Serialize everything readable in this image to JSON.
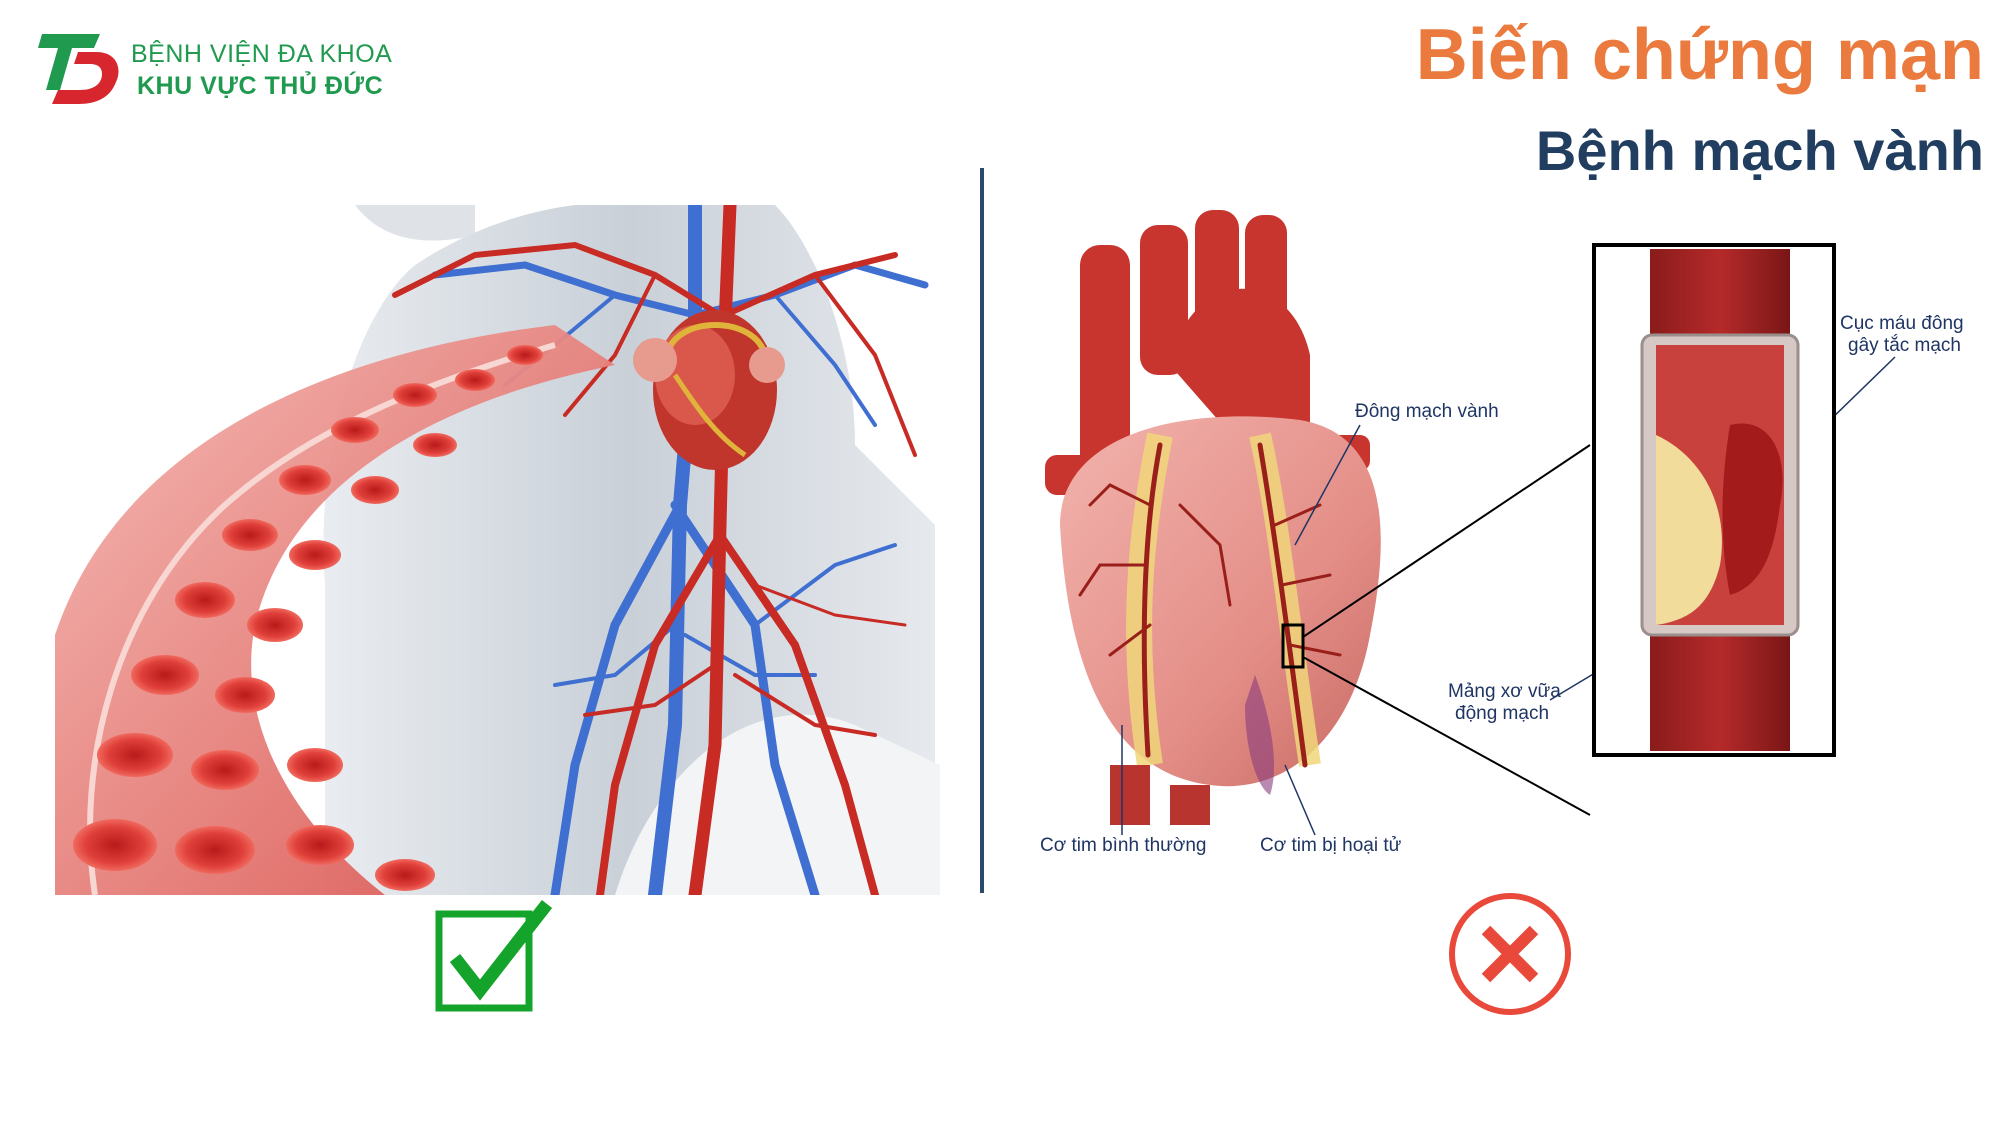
{
  "header": {
    "hospital_line1": "BỆNH VIỆN ĐA KHOA",
    "hospital_line2": "KHU VỰC THỦ ĐỨC",
    "title": "Biến chứng mạn",
    "subtitle": "Bệnh mạch vành"
  },
  "diagram": {
    "label_coronary_artery": "Đông mạch vành",
    "label_clot_line1": "Cục máu đông",
    "label_clot_line2": "gây tắc mạch",
    "label_plaque_line1": "Mảng xơ vữa",
    "label_plaque_line2": "động mạch",
    "label_normal_muscle": "Cơ tim bình thường",
    "label_necrotic_muscle": "Cơ tim bị hoại tử"
  },
  "icons": {
    "good": "check-icon",
    "bad": "cross-icon"
  },
  "colors": {
    "brand_green": "#1f9a4f",
    "brand_red": "#d7262e",
    "title_orange": "#ea7a3d",
    "subtitle_navy": "#213e60",
    "check_green": "#14a32b",
    "cross_red": "#e8493a"
  }
}
